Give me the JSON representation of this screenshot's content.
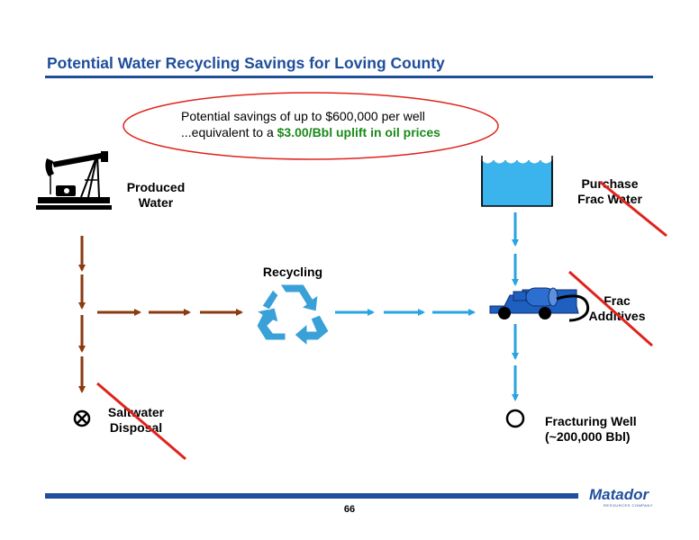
{
  "slide": {
    "title": "Potential Water Recycling Savings for Loving County",
    "page_number": "66"
  },
  "callout": {
    "line1": "Potential savings of up to $600,000 per well",
    "line2_prefix": "...equivalent to a ",
    "line2_highlight": "$3.00/Bbl uplift in oil prices"
  },
  "nodes": {
    "produced_water": {
      "line1": "Produced",
      "line2": "Water"
    },
    "recycling": {
      "label": "Recycling"
    },
    "purchase_frac_water": {
      "line1": "Purchase",
      "line2": "Frac Water"
    },
    "frac_additives": {
      "line1": "Frac",
      "line2": "Additives"
    },
    "saltwater_disposal": {
      "line1": "Saltwater",
      "line2": "Disposal"
    },
    "fracturing_well": {
      "line1": "Fracturing Well",
      "line2": "(~200,000 Bbl)"
    }
  },
  "logo": {
    "name": "Matador",
    "tagline": "RESOURCES COMPANY"
  },
  "colors": {
    "title_blue": "#1f4e9c",
    "brown_arrow": "#8b3a0f",
    "blue_arrow": "#2aa3e3",
    "cross_red": "#e0231c",
    "highlight_green": "#1a8a1a",
    "water_blue": "#3bb4ee",
    "recycle_blue": "#3aa0d8"
  },
  "icons": {
    "pump_jack": "oil-pump-jack-icon",
    "recycle": "recycle-icon",
    "water_tank": "water-tank-icon",
    "truck": "tanker-truck-icon",
    "disposal": "circle-x-icon",
    "well": "circle-icon"
  }
}
